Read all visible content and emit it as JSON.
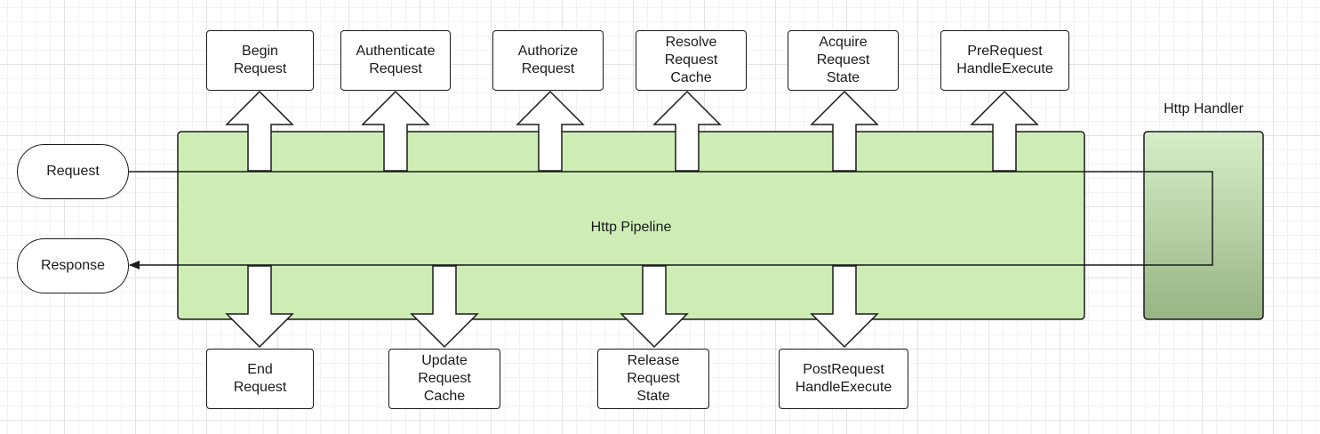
{
  "pipeline_label": "Http Pipeline",
  "handler_label": "Http Handler",
  "request_label": "Request",
  "response_label": "Response",
  "events_up": [
    "Begin\nRequest",
    "Authenticate\nRequest",
    "Authorize\nRequest",
    "Resolve\nRequest\nCache",
    "Acquire\nRequest\nState",
    "PreRequest\nHandleExecute"
  ],
  "events_down": [
    "End\nRequest",
    "Update\nRequest\nCache",
    "Release\nRequest\nState",
    "PostRequest\nHandleExecute"
  ],
  "colors": {
    "pipeline_fill": "#cdedb5",
    "handler_gradient_top": "#d5eec8",
    "handler_gradient_bottom": "#98b585",
    "stroke": "#1a1a1a"
  }
}
